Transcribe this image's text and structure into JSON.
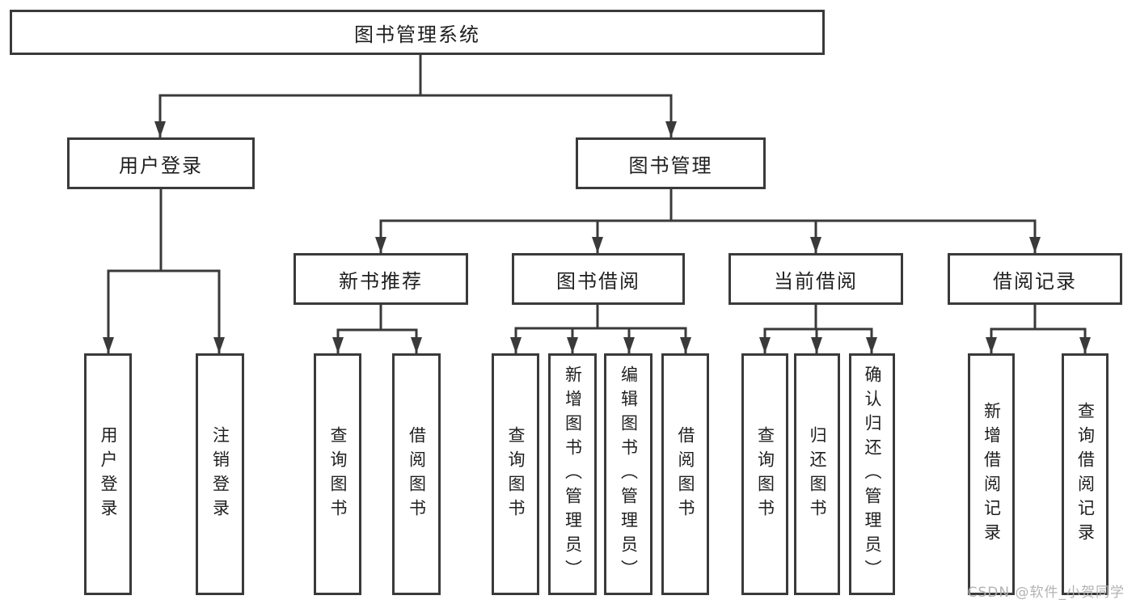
{
  "diagram": {
    "type": "feature-tree",
    "root": {
      "label": "图书管理系统",
      "children": [
        {
          "label": "用户登录",
          "children": [
            {
              "label": "用户登录"
            },
            {
              "label": "注销登录"
            }
          ]
        },
        {
          "label": "图书管理",
          "children": [
            {
              "label": "新书推荐",
              "children": [
                {
                  "label": "查询图书"
                },
                {
                  "label": "借阅图书"
                }
              ]
            },
            {
              "label": "图书借阅",
              "children": [
                {
                  "label": "查询图书"
                },
                {
                  "label": "新增图书（管理员）"
                },
                {
                  "label": "编辑图书（管理员）"
                },
                {
                  "label": "借阅图书"
                }
              ]
            },
            {
              "label": "当前借阅",
              "children": [
                {
                  "label": "查询图书"
                },
                {
                  "label": "归还图书"
                },
                {
                  "label": "确认归还（管理员）"
                }
              ]
            },
            {
              "label": "借阅记录",
              "children": [
                {
                  "label": "新增借阅记录"
                },
                {
                  "label": "查询借阅记录"
                }
              ]
            }
          ]
        }
      ]
    },
    "colors": {
      "line": "#3a3a3a",
      "box_border": "#3a3a3a",
      "text": "#1f1f1f",
      "background": "#ffffff",
      "watermark": "#afafaf"
    }
  },
  "watermark": {
    "text": "CSDN @软件_小贺同学"
  }
}
